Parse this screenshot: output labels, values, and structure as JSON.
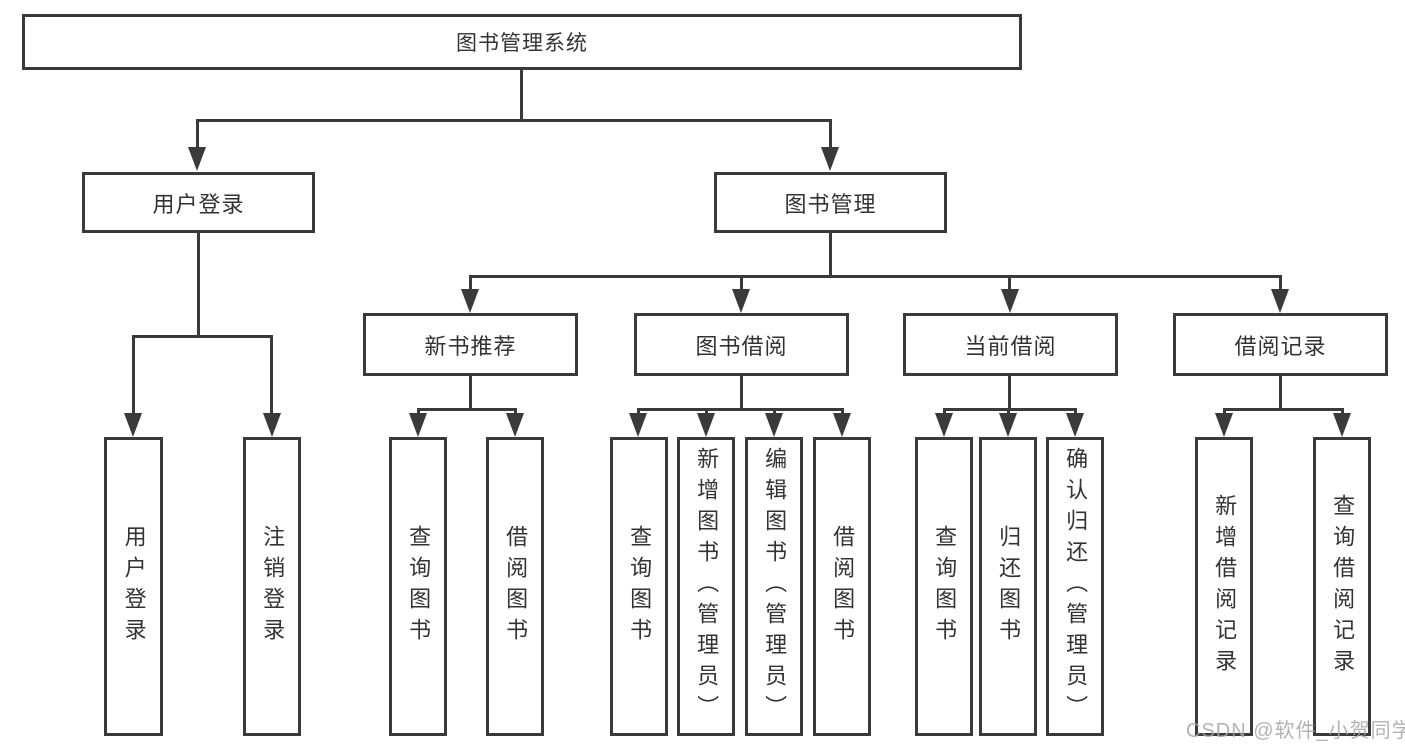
{
  "diagram": {
    "root": {
      "label": "图书管理系统"
    },
    "branches": [
      {
        "label": "用户登录",
        "children": [
          {
            "label": "用户登录"
          },
          {
            "label": "注销登录"
          }
        ]
      },
      {
        "label": "图书管理",
        "children": [
          {
            "label": "新书推荐",
            "children": [
              {
                "label": "查询图书"
              },
              {
                "label": "借阅图书"
              }
            ]
          },
          {
            "label": "图书借阅",
            "children": [
              {
                "label": "查询图书"
              },
              {
                "label": "新增图书（管理员）"
              },
              {
                "label": "编辑图书（管理员）"
              },
              {
                "label": "借阅图书"
              }
            ]
          },
          {
            "label": "当前借阅",
            "children": [
              {
                "label": "查询图书"
              },
              {
                "label": "归还图书"
              },
              {
                "label": "确认归还（管理员）"
              }
            ]
          },
          {
            "label": "借阅记录",
            "children": [
              {
                "label": "新增借阅记录"
              },
              {
                "label": "查询借阅记录"
              }
            ]
          }
        ]
      }
    ]
  },
  "watermark": {
    "text": "CSDN @软件_小贺同学"
  },
  "colors": {
    "line": "#3a3a3a",
    "text": "#333333",
    "watermark": "#a6a6a6",
    "background": "#ffffff"
  }
}
